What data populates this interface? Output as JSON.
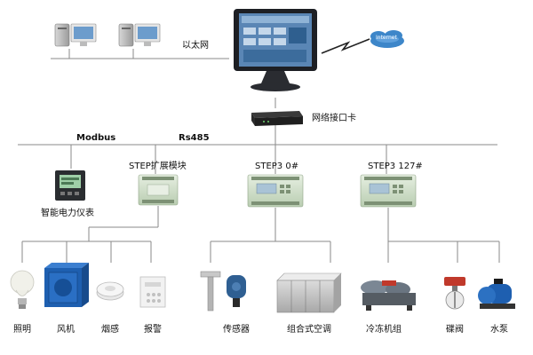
{
  "network": {
    "ethernet_label": "以太网",
    "internet_label": "Internet",
    "network_card_label": "网络接口卡",
    "bus_modbus_label": "Modbus",
    "bus_rs485_label": "Rs485"
  },
  "modules": {
    "power_meter": "智能电力仪表",
    "expansion": "STEP扩展模块",
    "controller_0": "STEP3 0#",
    "controller_127": "STEP3 127#"
  },
  "devices": {
    "lighting": "照明",
    "fan": "风机",
    "smoke": "烟感",
    "alarm": "报警",
    "sensor": "传感器",
    "ahu": "组合式空调",
    "chiller": "冷冻机组",
    "butterfly_valve": "碟阀",
    "pump": "水泵"
  },
  "colors": {
    "line": "#8a8a8a",
    "cloud": "#3d86c9",
    "monitor_frame": "#1d1f24",
    "screen": "#5a86b5",
    "device_green": "#c9dcc2"
  }
}
